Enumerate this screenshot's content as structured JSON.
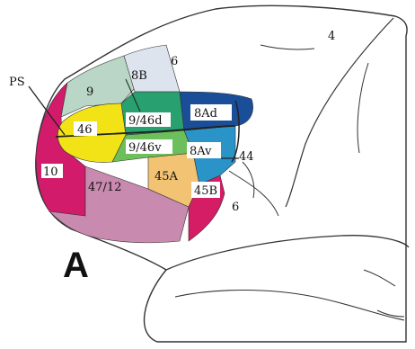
{
  "figure": {
    "panel_letter": "A",
    "sulcus_label": "PS",
    "areas": {
      "a4": "4",
      "a6_top": "6",
      "a6_bottom": "6",
      "a8B": "8B",
      "a9": "9",
      "a46": "46",
      "a9_46d": "9/46d",
      "a9_46v": "9/46v",
      "a8Ad": "8Ad",
      "a8Av": "8Av",
      "a44": "44",
      "a10": "10",
      "a47_12": "47/12",
      "a45A": "45A",
      "a45B": "45B"
    },
    "colors": {
      "area_10": "#d21b6a",
      "area_9": "#b9d6c6",
      "area_8B": "#dde4ee",
      "area_46": "#f1e316",
      "area_9_46d": "#29a070",
      "area_9_46v": "#6cbf5a",
      "area_8Ad": "#1a4e98",
      "area_8Av": "#2a94c9",
      "area_45A": "#f1c372",
      "area_45B": "#d41d64",
      "area_47_12": "#c98aaf",
      "outline": "#333333"
    }
  }
}
